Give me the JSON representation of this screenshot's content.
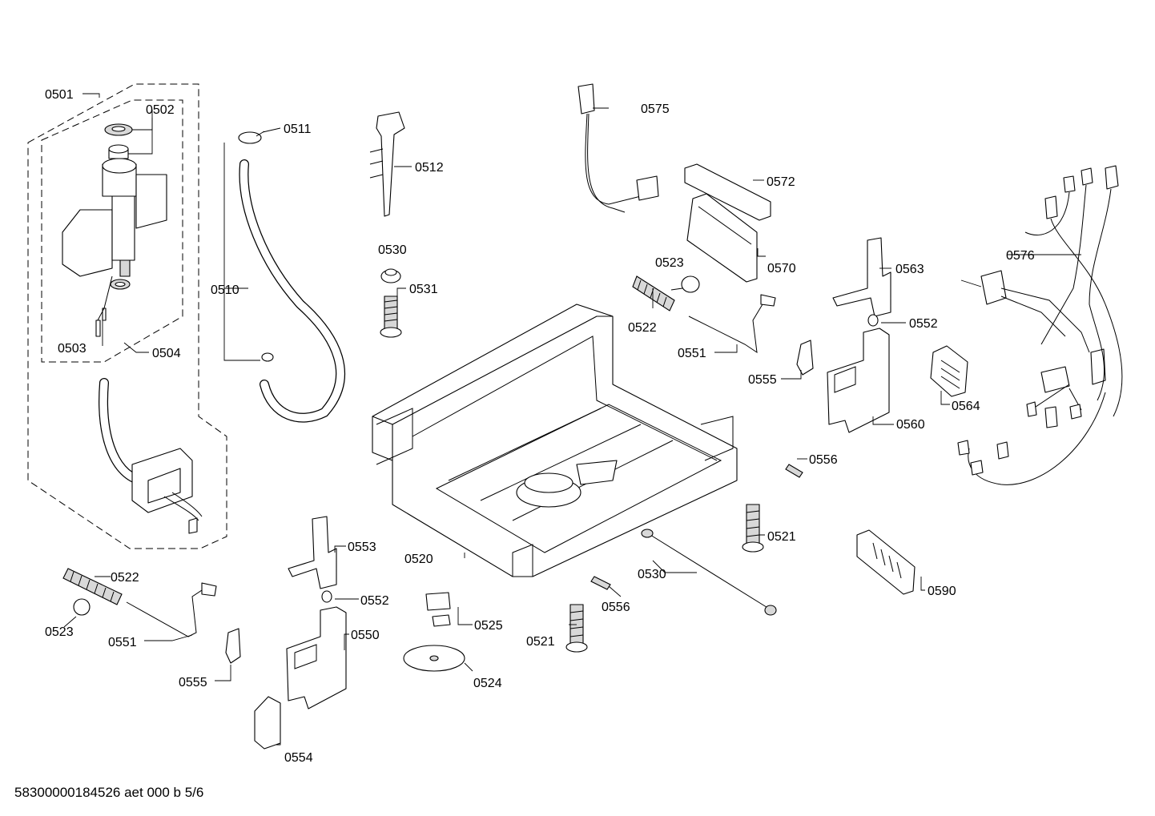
{
  "labels": {
    "p0501": "0501",
    "p0502": "0502",
    "p0503": "0503",
    "p0504": "0504",
    "p0510": "0510",
    "p0511": "0511",
    "p0512": "0512",
    "p0520": "0520",
    "p0521a": "0521",
    "p0521b": "0521",
    "p0522a": "0522",
    "p0522b": "0522",
    "p0523a": "0523",
    "p0523b": "0523",
    "p0524": "0524",
    "p0525": "0525",
    "p0530a": "0530",
    "p0530b": "0530",
    "p0531": "0531",
    "p0550": "0550",
    "p0551a": "0551",
    "p0551b": "0551",
    "p0552a": "0552",
    "p0552b": "0552",
    "p0553": "0553",
    "p0554": "0554",
    "p0555a": "0555",
    "p0555b": "0555",
    "p0556a": "0556",
    "p0556b": "0556",
    "p0560": "0560",
    "p0563": "0563",
    "p0564": "0564",
    "p0570": "0570",
    "p0572": "0572",
    "p0575": "0575",
    "p0576": "0576",
    "p0590": "0590"
  },
  "footer": "58300000184526 aet 000 b 5/6"
}
